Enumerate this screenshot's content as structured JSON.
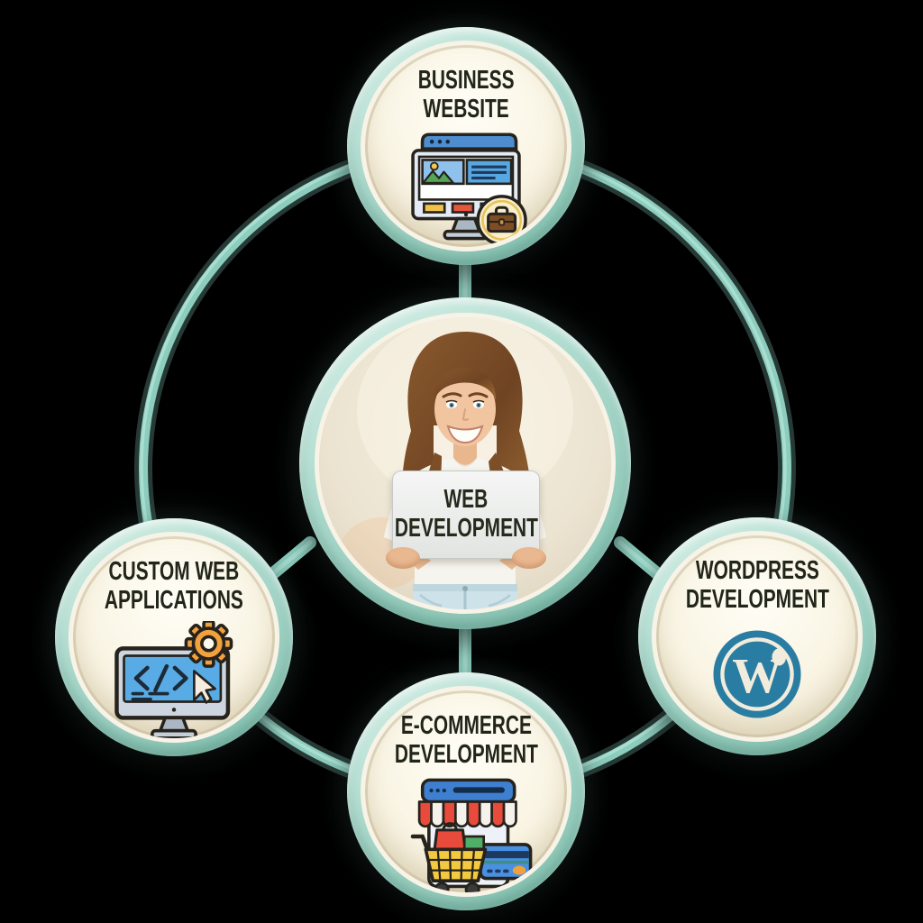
{
  "diagram_type": "hub-and-spoke",
  "palette": {
    "background": "#000000",
    "ring_teal": "#8ccdbe",
    "ring_highlight": "#aee0d4",
    "node_rim_teal": "#a9d8cb",
    "node_fill_cream": "#f9f4e3",
    "label_color": "#22251a",
    "wordpress_blue": "#2a7da2",
    "gear_orange": "#f2a13c",
    "awning_red": "#e84b3c",
    "button_yellow": "#f0c24b",
    "screen_blue": "#58abe4",
    "card_blue": "#4a90e2",
    "cart_yellow": "#f3c93f",
    "briefcase_brown": "#7d4e26"
  },
  "hub": {
    "id": "web-development",
    "label_line1": "WEB",
    "label_line2": "DEVELOPMENT",
    "illustration": "woman-holding-laptop"
  },
  "nodes": [
    {
      "id": "business-website",
      "position": "top",
      "label_line1": "BUSINESS",
      "label_line2": "WEBSITE",
      "icon": "business-website-monitor-briefcase-icon"
    },
    {
      "id": "custom-web-applications",
      "position": "left",
      "label_line1": "CUSTOM WEB",
      "label_line2": "APPLICATIONS",
      "icon": "monitor-code-gear-cursor-icon"
    },
    {
      "id": "wordpress-development",
      "position": "right",
      "label_line1": "WORDPRESS",
      "label_line2": "DEVELOPMENT",
      "icon": "wordpress-logo-icon",
      "wordpress_letter": "W"
    },
    {
      "id": "e-commerce-development",
      "position": "bottom",
      "label_line1": "E-COMMERCE",
      "label_line2": "DEVELOPMENT",
      "icon": "storefront-cart-credit-card-icon"
    }
  ]
}
